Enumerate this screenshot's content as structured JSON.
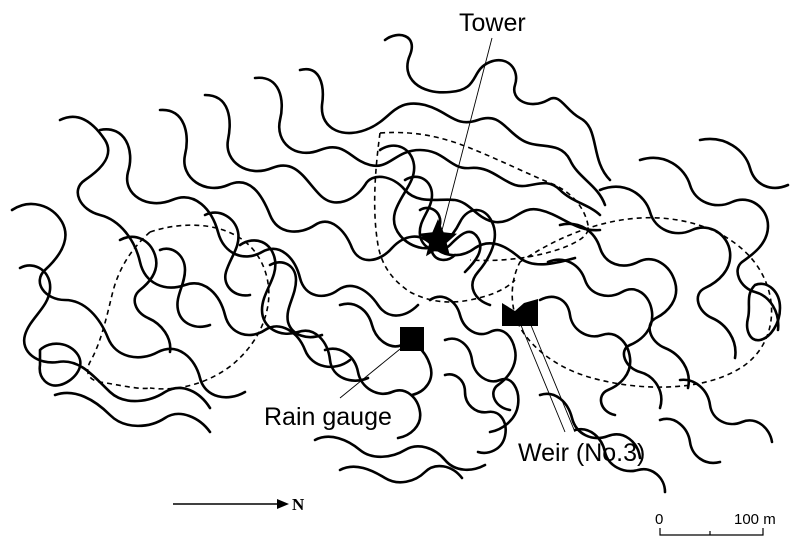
{
  "labels": {
    "tower": "Tower",
    "rain_gauge": "Rain gauge",
    "weir": "Weir (No.3)"
  },
  "north_arrow": {
    "label": "N"
  },
  "scale_bar": {
    "start_label": "0",
    "end_label": "100 m"
  },
  "markers": [
    {
      "name": "tower",
      "symbol": "star-icon"
    },
    {
      "name": "rain-gauge",
      "symbol": "square-icon"
    },
    {
      "name": "weir",
      "symbol": "weir-icon"
    }
  ],
  "colors": {
    "ink": "#000000",
    "background": "#ffffff"
  }
}
